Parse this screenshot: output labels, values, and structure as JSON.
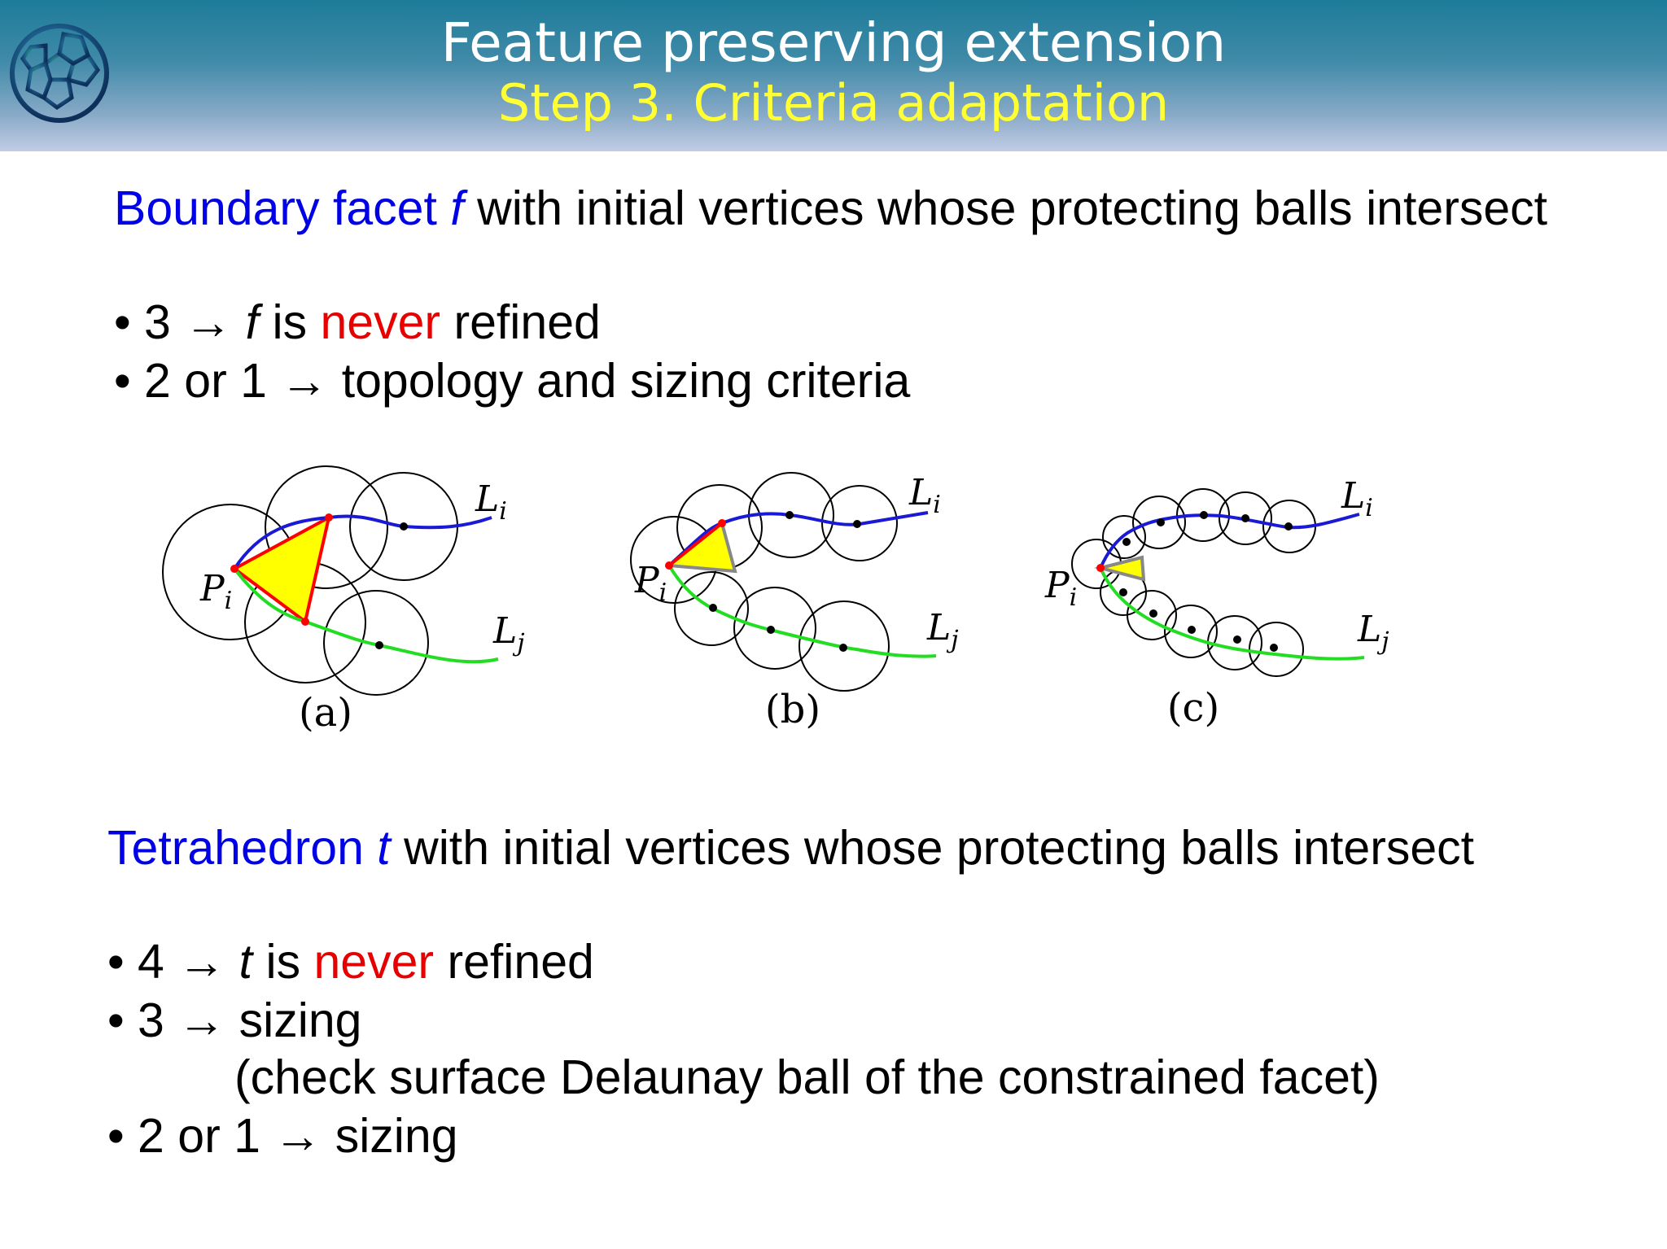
{
  "header": {
    "title": "Feature preserving extension",
    "subtitle": "Step 3. Criteria adaptation"
  },
  "section1": {
    "heading_blue": "Boundary facet",
    "heading_var": "f",
    "heading_rest": " with initial vertices whose protecting balls intersect",
    "bullets": [
      {
        "prefix": "• 3 →  ",
        "var": "f",
        "mid": " is ",
        "red": "never",
        "suffix": " refined"
      },
      {
        "text": "• 2 or 1 → topology and sizing criteria"
      }
    ]
  },
  "diagram": {
    "labels": {
      "Li": "L",
      "Li_sub": "i",
      "Lj": "L",
      "Lj_sub": "j",
      "Pi": "P",
      "Pi_sub": "i"
    },
    "captions": [
      "(a)",
      "(b)",
      "(c)"
    ],
    "colors": {
      "curve_i": "#1a1ad6",
      "curve_j": "#22dd22",
      "triangle_fill": "#ffff00",
      "triangle_edge_a": "#ff0000",
      "triangle_edge_bc": "#888888",
      "vertex": "#ff0000"
    }
  },
  "section2": {
    "heading_blue": "Tetrahedron",
    "heading_var": "t",
    "heading_rest": " with initial vertices whose protecting balls intersect",
    "bullets": [
      {
        "prefix": "• 4 →  ",
        "var": "t",
        "mid": " is ",
        "red": "never",
        "suffix": " refined"
      },
      {
        "text": "• 3 →  sizing"
      },
      {
        "text": "(check surface Delaunay ball of the constrained facet)"
      },
      {
        "text": "• 2 or 1 → sizing"
      }
    ]
  }
}
